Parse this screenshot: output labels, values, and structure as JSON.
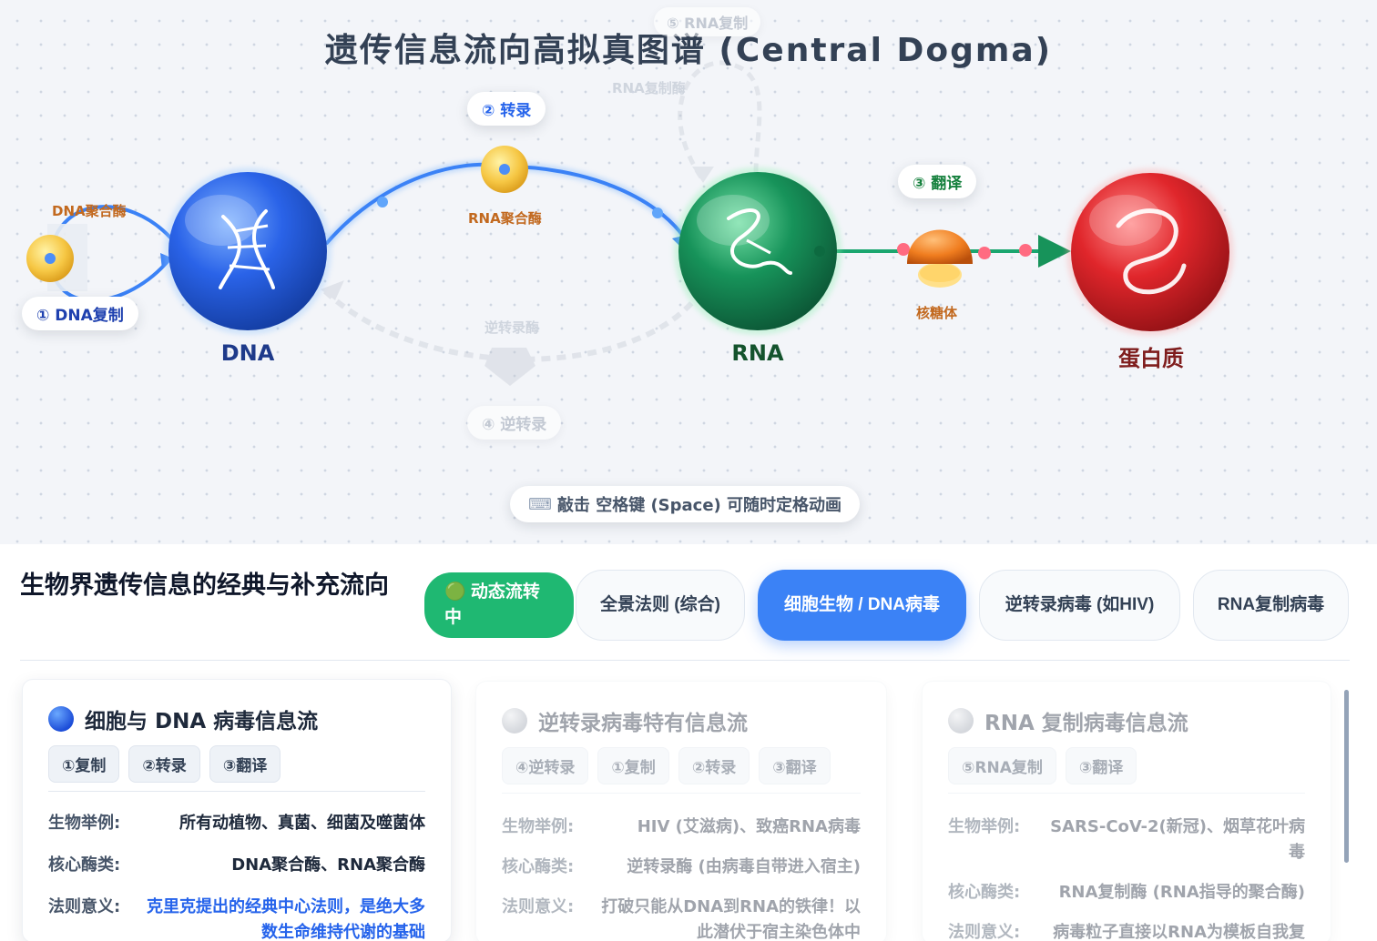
{
  "title": "遗传信息流向高拟真图谱 (Central Dogma)",
  "nodes": {
    "dna": {
      "label": "DNA",
      "color": "#1e3a8a"
    },
    "rna": {
      "label": "RNA",
      "color": "#14532d"
    },
    "protein": {
      "label": "蛋白质",
      "color": "#7f1d1d"
    }
  },
  "processes": {
    "replication": "① DNA复制",
    "transcription": "② 转录",
    "translation": "③ 翻译",
    "reverse_transcription": "④ 逆转录",
    "rna_replication": "⑤ RNA复制"
  },
  "enzymes": {
    "dna_polymerase": "DNA聚合酶",
    "rna_polymerase": "RNA聚合酶",
    "ribosome": "核糖体",
    "reverse_transcriptase": "逆转录酶",
    "rna_replicase": "RNA复制酶"
  },
  "hint": {
    "icon": "keyboard-icon",
    "glyph": "⌨",
    "text": "敲击 空格键 (Space) 可随时定格动画"
  },
  "section": {
    "title": "生物界遗传信息的经典与补充流向",
    "tabs": [
      {
        "label": "🟢 动态流转中",
        "active": false
      },
      {
        "label": "全景法则 (综合)",
        "active": false
      },
      {
        "label": "细胞生物 / DNA病毒",
        "active": true
      },
      {
        "label": "逆转录病毒 (如HIV)",
        "active": false
      },
      {
        "label": "RNA复制病毒",
        "active": false
      }
    ]
  },
  "cards": [
    {
      "title": "细胞与 DNA 病毒信息流",
      "dot_color": "#2563eb",
      "chips": [
        "①复制",
        "②转录",
        "③翻译"
      ],
      "rows": [
        {
          "k": "生物举例:",
          "v": "所有动植物、真菌、细菌及噬菌体"
        },
        {
          "k": "核心酶类:",
          "v": "DNA聚合酶、RNA聚合酶"
        },
        {
          "k": "法则意义:",
          "v": "克里克提出的经典中心法则，是绝大多数生命维持代谢的基础"
        }
      ]
    },
    {
      "title": "逆转录病毒特有信息流",
      "dot_color": "#9ca3af",
      "chips": [
        "④逆转录",
        "①复制",
        "②转录",
        "③翻译"
      ],
      "rows": [
        {
          "k": "生物举例:",
          "v": "HIV (艾滋病)、致癌RNA病毒"
        },
        {
          "k": "核心酶类:",
          "v": "逆转录酶 (由病毒自带进入宿主)"
        },
        {
          "k": "法则意义:",
          "v": "打破只能从DNA到RNA的铁律！以此潜伏于宿主染色体中"
        }
      ]
    },
    {
      "title": "RNA 复制病毒信息流",
      "dot_color": "#9ca3af",
      "chips": [
        "⑤RNA复制",
        "③翻译"
      ],
      "rows": [
        {
          "k": "生物举例:",
          "v": "SARS-CoV-2(新冠)、烟草花叶病毒"
        },
        {
          "k": "核心酶类:",
          "v": "RNA复制酶 (RNA指导的聚合酶)"
        },
        {
          "k": "法则意义:",
          "v": "病毒粒子直接以RNA为模板自我复制"
        }
      ]
    }
  ]
}
